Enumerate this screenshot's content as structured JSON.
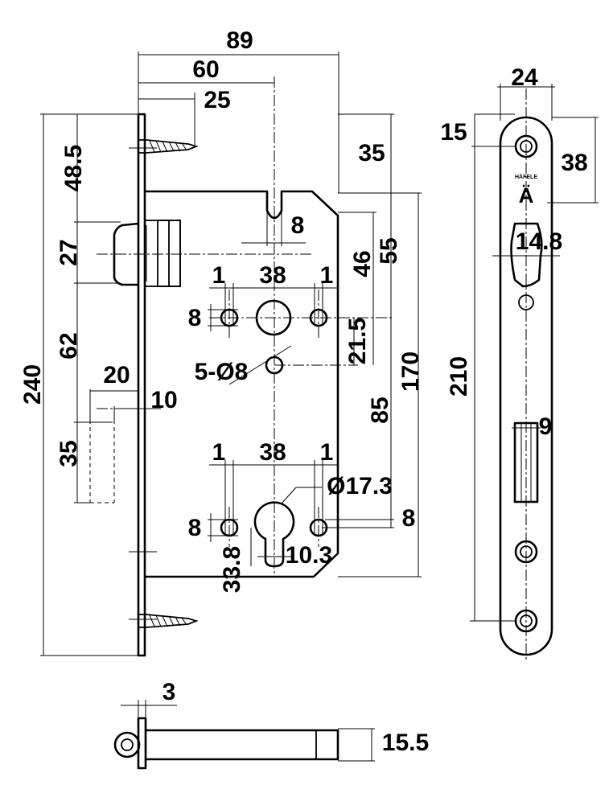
{
  "dimensions": {
    "d89": "89",
    "d60": "60",
    "d25": "25",
    "d35_top": "35",
    "d48_5": "48.5",
    "d27": "27",
    "d62": "62",
    "d240": "240",
    "d20": "20",
    "d10": "10",
    "d35_left": "35",
    "d8_notch": "8",
    "d55": "55",
    "d46": "46",
    "d1_top_left": "1",
    "d38_top": "38",
    "d1_top_right": "1",
    "d8_top": "8",
    "d21_5": "21.5",
    "d5_dia8": "5-Ø8",
    "d170": "170",
    "d85": "85",
    "d1_bottom_left": "1",
    "d38_bottom": "38",
    "d1_bottom_right": "1",
    "d_dia17_3": "Ø17.3",
    "d8_bottom_left": "8",
    "d8_bottom_right": "8",
    "d10_3": "10.3",
    "d33_8": "33.8",
    "d24": "24",
    "d15": "15",
    "d38_plate": "38",
    "d14_8": "14.8",
    "d210": "210",
    "d9": "9",
    "d3": "3",
    "d15_5": "15.5"
  },
  "brand": {
    "name": "HÄFELE",
    "mark": "Ä"
  }
}
